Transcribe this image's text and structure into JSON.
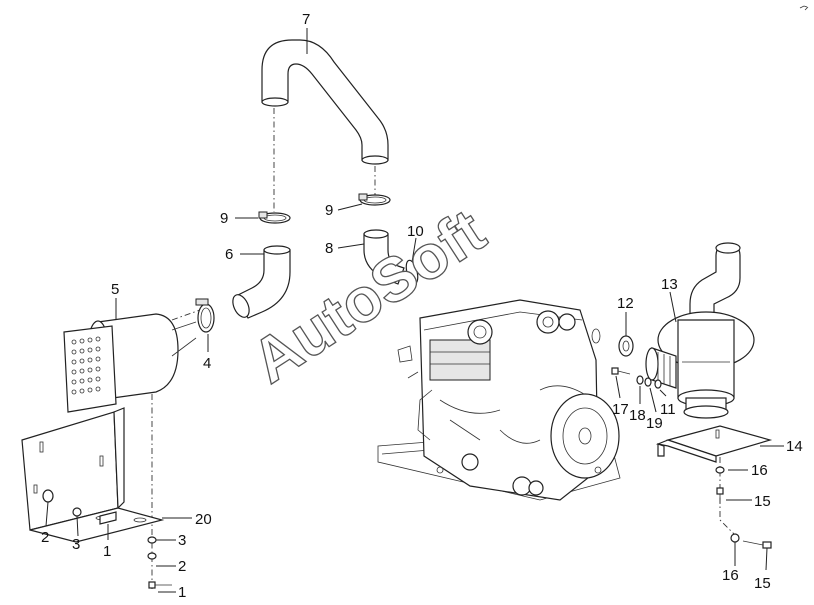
{
  "watermark": "AutoSoft",
  "callouts": {
    "c7": "7",
    "c9a": "9",
    "c9b": "9",
    "c10": "10",
    "c6": "6",
    "c8": "8",
    "c5": "5",
    "c4": "4",
    "c12": "12",
    "c13": "13",
    "c17": "17",
    "c18": "18",
    "c19": "19",
    "c11": "11",
    "c14": "14",
    "c16a": "16",
    "c15a": "15",
    "c20": "20",
    "c2a": "2",
    "c3a": "3",
    "c1a": "1",
    "c3b": "3",
    "c2b": "2",
    "c1b": "1",
    "c16b": "16",
    "c15b": "15"
  }
}
